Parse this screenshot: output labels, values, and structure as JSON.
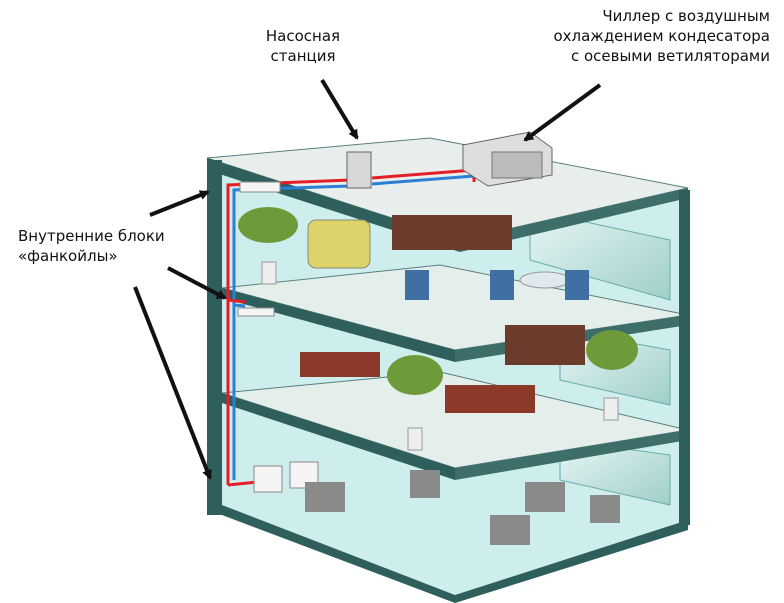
{
  "labels": {
    "pump_station": [
      "Насосная",
      "станция"
    ],
    "chiller": [
      "Чиллер с воздушным",
      "охлаждением кондесатора",
      "с осевыми ветиляторами"
    ],
    "fancoils": [
      "Внутренние блоки",
      "«фанкойлы»"
    ]
  },
  "colors": {
    "wall": "#2f5f5c",
    "interior": "#cdeeed",
    "slab_top": "#e4efec",
    "supply_pipe": "#e31e24",
    "return_pipe": "#2b7fd4"
  }
}
